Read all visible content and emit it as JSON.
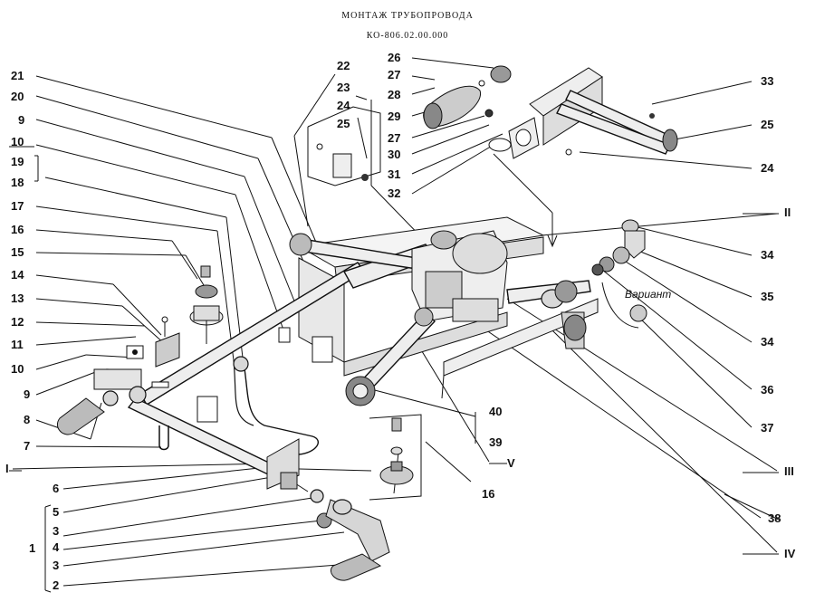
{
  "header": {
    "title": "МОНТАЖ ТРУБОПРОВОДА",
    "code": "КО-806.02.00.000"
  },
  "variant_label": "Вариант",
  "callouts": {
    "l21": "21",
    "l20": "20",
    "l9a": "9",
    "l10a": "10",
    "l19": "19",
    "l18": "18",
    "l17": "17",
    "l16a": "16",
    "l15": "15",
    "l14": "14",
    "l13": "13",
    "l12": "12",
    "l11": "11",
    "l10b": "10",
    "l9b": "9",
    "l8": "8",
    "l7": "7",
    "lI": "I",
    "l6": "6",
    "l5": "5",
    "l3a": "3",
    "l1": "1",
    "l4": "4",
    "l3b": "3",
    "l2": "2",
    "l22": "22",
    "l23": "23",
    "l24a": "24",
    "l25a": "25",
    "l26": "26",
    "l27a": "27",
    "l28": "28",
    "l29": "29",
    "l27b": "27",
    "l30": "30",
    "l31": "31",
    "l32": "32",
    "l33": "33",
    "l25b": "25",
    "l24b": "24",
    "lII": "II",
    "l34a": "34",
    "l35": "35",
    "l34b": "34",
    "l36": "36",
    "l37": "37",
    "lIII": "III",
    "l38": "38",
    "lIV": "IV",
    "l40": "40",
    "l39": "39",
    "lV": "V",
    "l16b": "16"
  }
}
